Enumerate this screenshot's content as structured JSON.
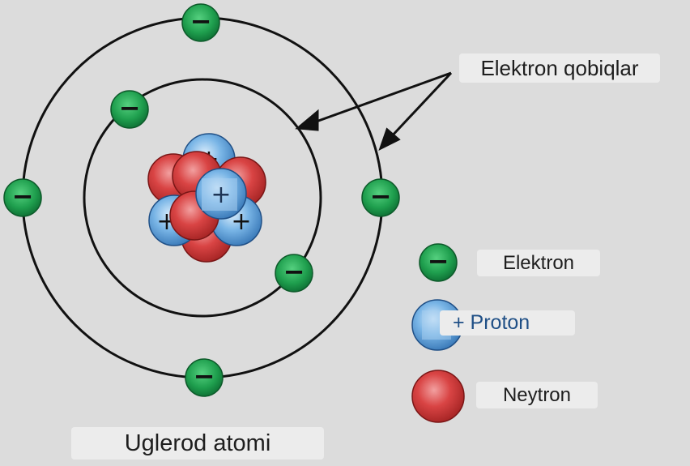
{
  "diagram": {
    "title": "Uglerod atomi",
    "shells_label": "Elektron qobiqlar",
    "legend": {
      "electron": "Elektron",
      "proton": "+ Proton",
      "neutron": "Neytron"
    },
    "electron_sign": "−",
    "proton_sign": "+"
  },
  "colors": {
    "background": "#dcdcdc",
    "electron": "#1a9a4a",
    "proton": "#3f8fd2",
    "neutron": "#d83a3a",
    "orbit": "#111111"
  }
}
